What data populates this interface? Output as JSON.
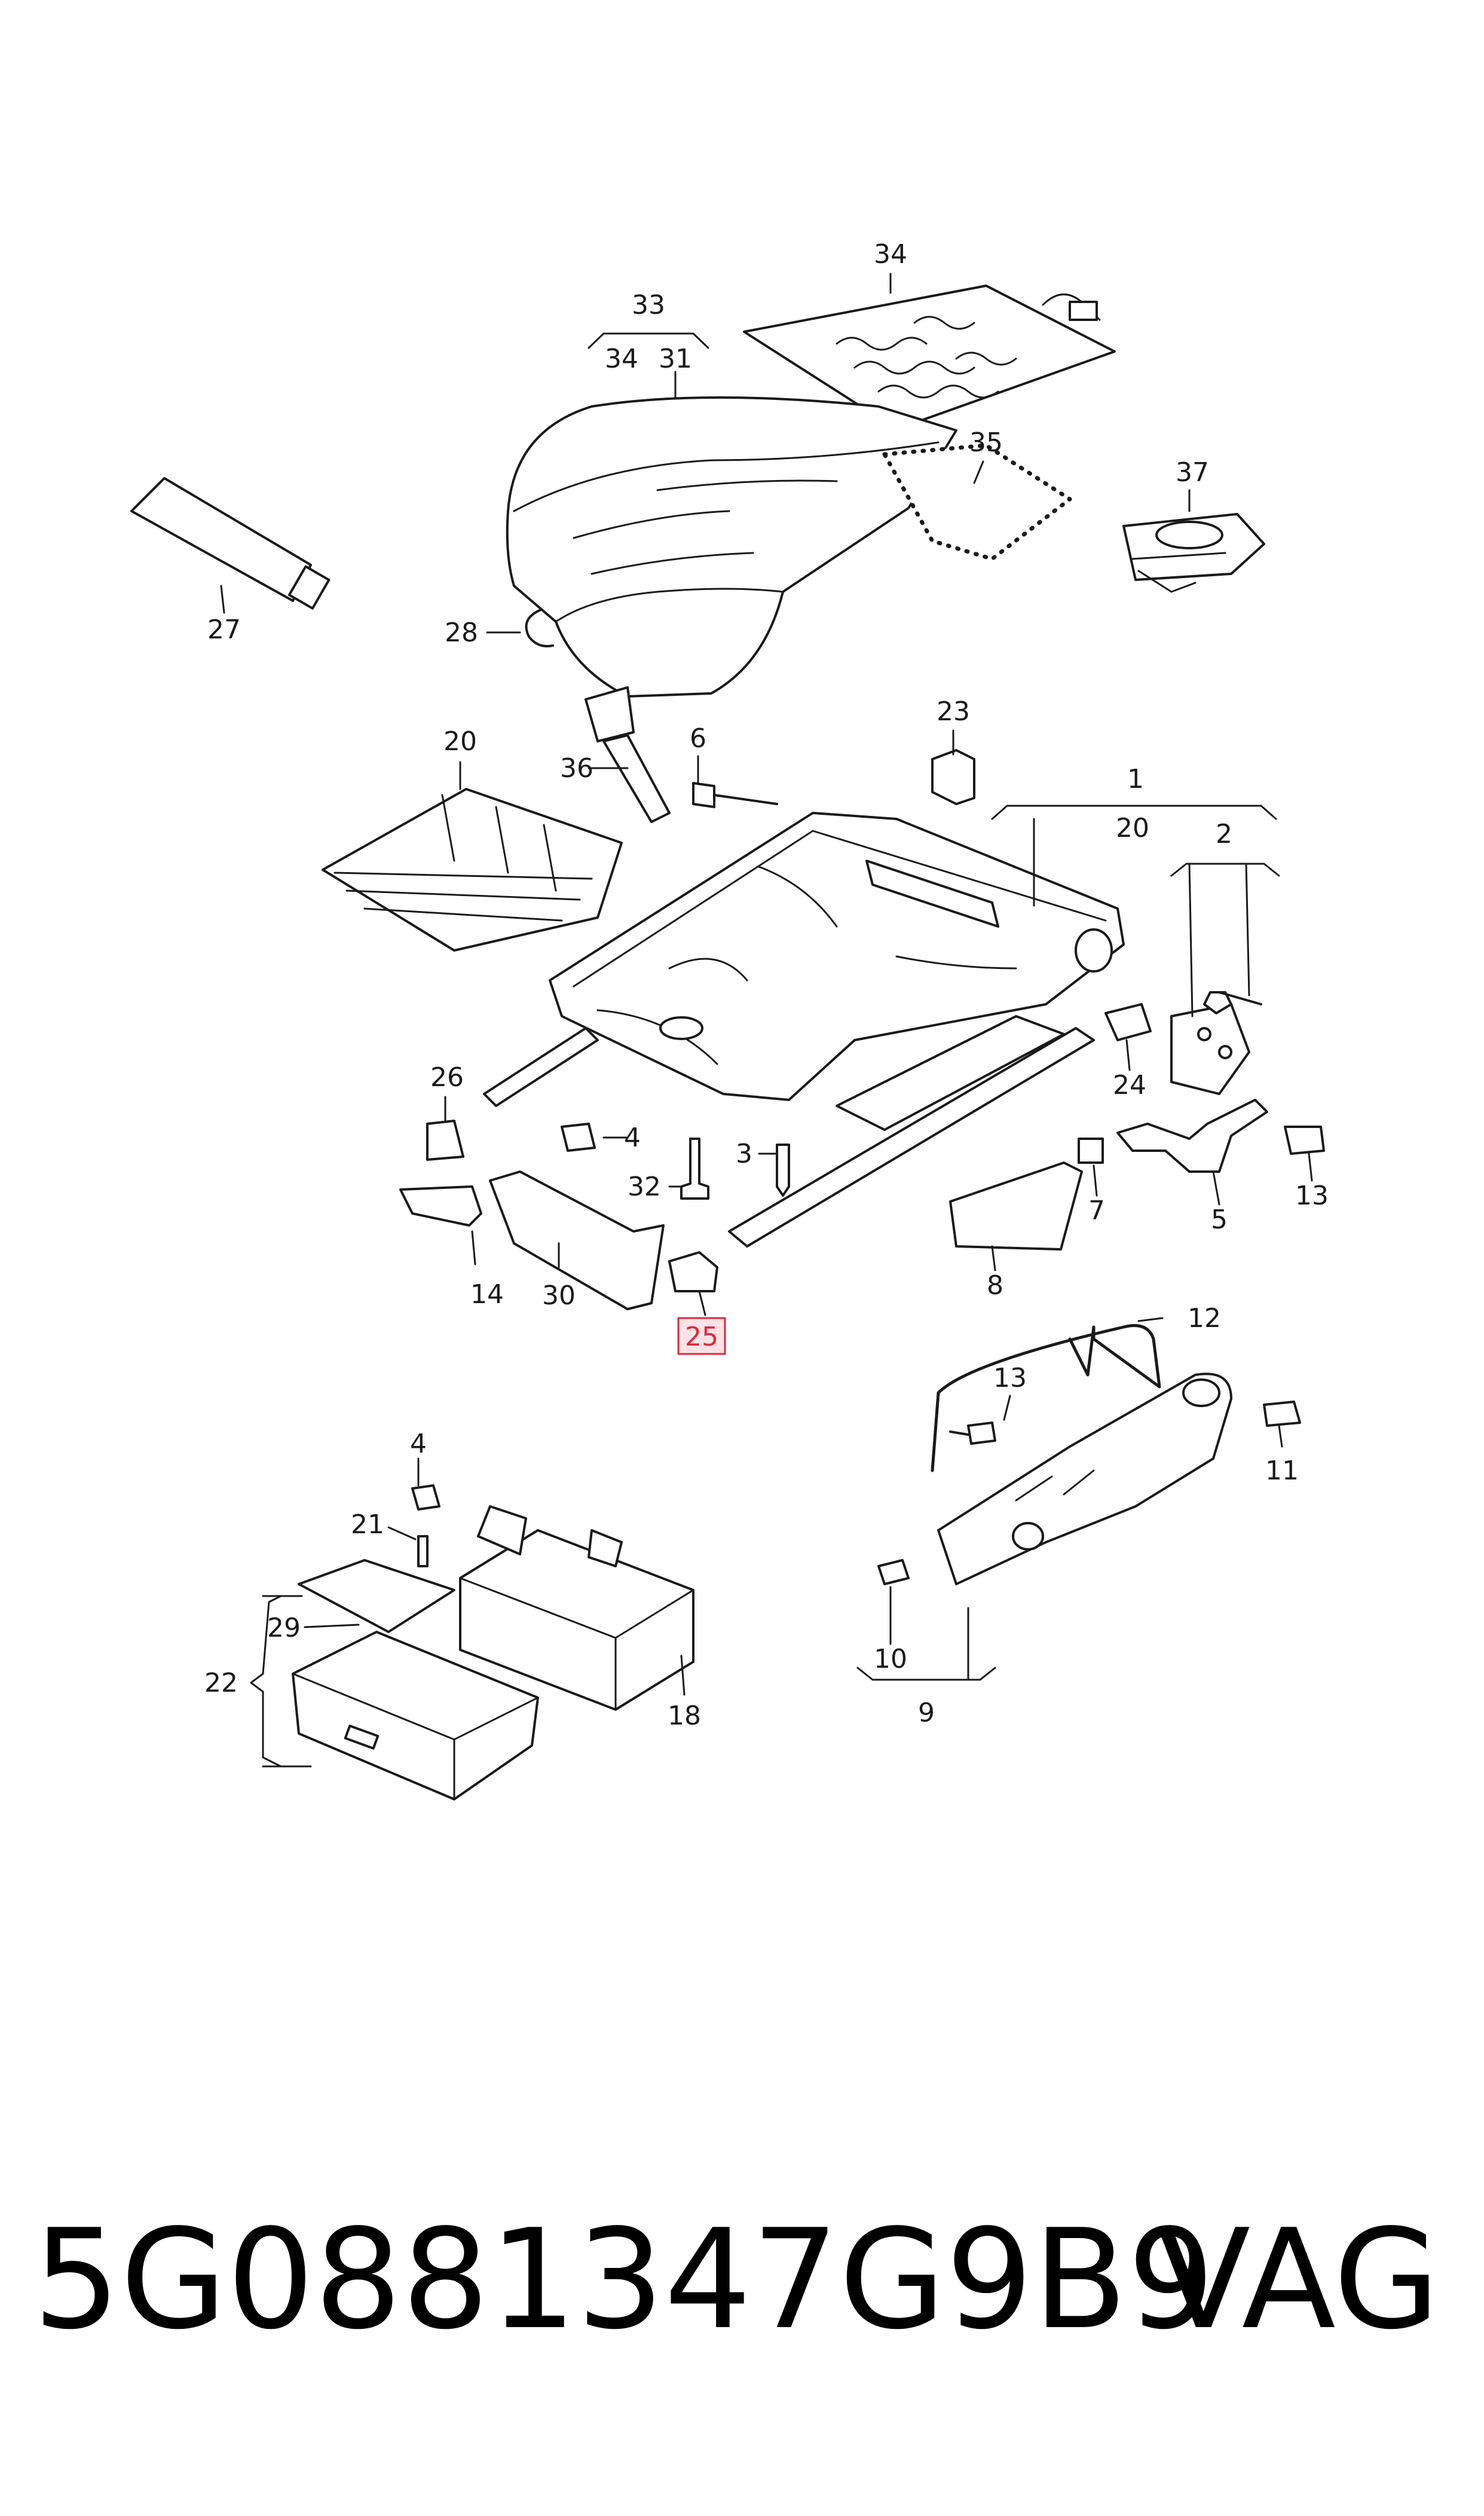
{
  "callouts": {
    "c34a": "34",
    "c33": "33",
    "c34b": "34",
    "c31": "31",
    "c35": "35",
    "c37": "37",
    "c27": "27",
    "c28": "28",
    "c20a": "20",
    "c36": "36",
    "c6": "6",
    "c23": "23",
    "c1": "1",
    "c20b": "20",
    "c2": "2",
    "c24": "24",
    "c26": "26",
    "c4a": "4",
    "c3": "3",
    "c32": "32",
    "c7": "7",
    "c5": "5",
    "c13a": "13",
    "c14": "14",
    "c30": "30",
    "c25": "25",
    "c8": "8",
    "c12": "12",
    "c13b": "13",
    "c11": "11",
    "c4b": "4",
    "c21": "21",
    "c29": "29",
    "c22": "22",
    "c18": "18",
    "c10": "10",
    "c9": "9"
  },
  "highlight": {
    "callout": "25",
    "color": "#e0283b"
  },
  "footer": {
    "part_number": "5G0881347G9B9",
    "brand": "VAG"
  }
}
